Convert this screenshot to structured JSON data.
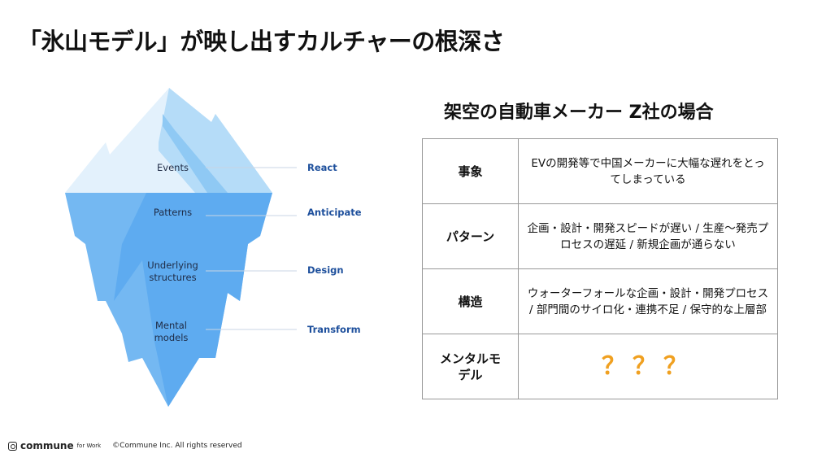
{
  "title": "「氷山モデル」が映し出すカルチャーの根深さ",
  "iceberg": {
    "layers": [
      {
        "label": "Events",
        "action": "React"
      },
      {
        "label": "Patterns",
        "action": "Anticipate"
      },
      {
        "label": "Underlying structures",
        "action": "Design"
      },
      {
        "label": "Mental models",
        "action": "Transform"
      }
    ]
  },
  "case": {
    "title": "架空の自動車メーカー Z社の場合",
    "rows": [
      {
        "head": "事象",
        "value": "EVの開発等で中国メーカーに大幅な遅れをとってしまっている"
      },
      {
        "head": "パターン",
        "value": "企画・設計・開発スピードが遅い / 生産〜発売プロセスの遅延 / 新規企画が通らない"
      },
      {
        "head": "構造",
        "value": "ウォーターフォールな企画・設計・開発プロセス / 部門間のサイロ化・連携不足 / 保守的な上層部"
      },
      {
        "head": "メンタルモデル",
        "value": "？？？"
      }
    ]
  },
  "footer": {
    "brand": "commune",
    "brand_suffix": "for Work",
    "copyright": "©Commune Inc. All rights reserved"
  },
  "colors": {
    "accent": "#f0a020",
    "action": "#1d4f9c"
  }
}
